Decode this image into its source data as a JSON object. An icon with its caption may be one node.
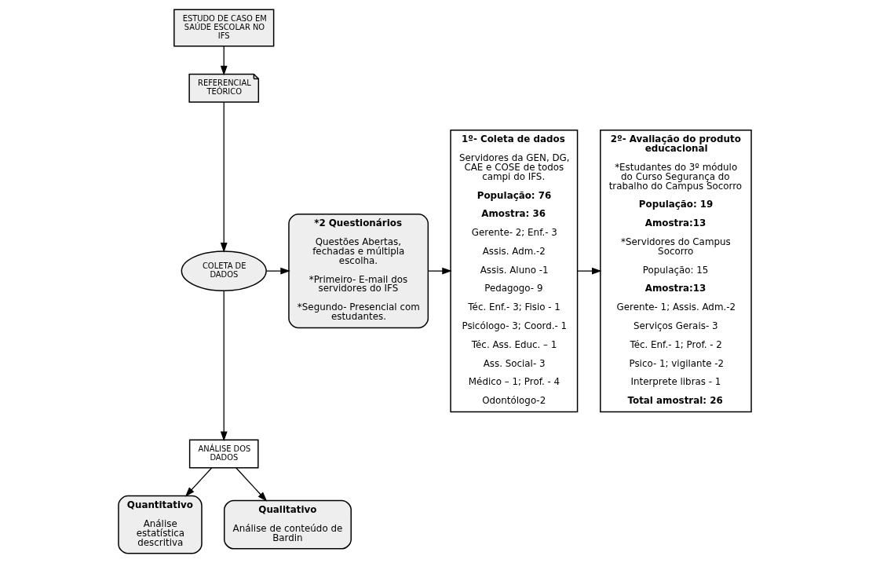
{
  "diagram": {
    "nodes": [
      {
        "text": [
          "ESTUDO DE CASO EM SAÚDE ESCOLAR NO IFS"
        ]
      },
      {
        "text": [
          "REFERENCIAL TEÓRICO"
        ]
      },
      {
        "text": [
          "COLETA DE DADOS"
        ]
      },
      {
        "text": [
          "ANÁLISE DOS DADOS"
        ]
      },
      {
        "text": [
          "Quantitativo",
          "Análise estatística descritiva"
        ]
      },
      {
        "text": [
          "Qualitativo",
          "Análise de conteúdo de Bardin"
        ]
      },
      {
        "text": [
          "*2 Questionários",
          "Questões Abertas, fechadas e múltipla escolha.",
          "*Primeiro- E-mail dos servidores do IFS",
          "*Segundo- Presencial com estudantes."
        ]
      },
      {
        "text": [
          "1º- Coleta de dados",
          "Servidores da GEN, DG, CAE e COSE de todos campi do IFS.",
          "População: 76",
          "Amostra: 36",
          "Gerente- 2; Enf.- 3",
          "Assis. Adm.-2",
          "Assis. Aluno -1",
          "Pedagogo- 9",
          "Téc. Enf.- 3; Fisio - 1",
          "Psicólogo- 3; Coord.- 1",
          "Téc. Ass. Educ. – 1",
          "Ass. Social- 3",
          "Médico – 1; Prof. - 4",
          "Odontólogo-2"
        ]
      },
      {
        "text": [
          "2º- Avaliação do produto educacional",
          "*Estudantes do 3º módulo do Curso Segurança do trabalho do Campus Socorro",
          "População: 19",
          "Amostra:13",
          "*Servidores do Campus Socorro",
          "População: 15",
          "Amostra:13",
          "Gerente- 1; Assis. Adm.-2",
          "Serviços Gerais- 3",
          "Téc. Enf.- 1; Prof. - 2",
          "Psico- 1; vigilante -2",
          "Interprete libras - 1",
          "Total amostral: 26"
        ]
      }
    ],
    "edges": [
      {
        "from": 0,
        "to": 1,
        "arrow": "to"
      },
      {
        "from": 1,
        "to": 2,
        "arrow": "to"
      },
      {
        "from": 2,
        "to": 3,
        "arrow": "to"
      },
      {
        "from": 3,
        "to": 4,
        "arrow": "to"
      },
      {
        "from": 3,
        "to": 5,
        "arrow": "to"
      },
      {
        "from": 2,
        "to": 6,
        "arrow": "to"
      },
      {
        "from": 6,
        "to": 7,
        "arrow": "to"
      },
      {
        "from": 7,
        "to": 8,
        "arrow": "to"
      }
    ]
  }
}
